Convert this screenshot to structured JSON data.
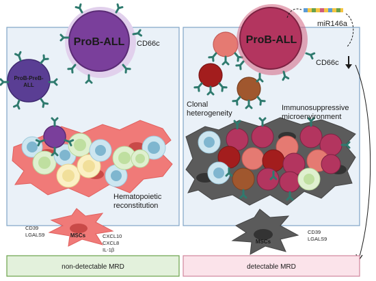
{
  "left_panel": {
    "big_cell_label": "ProB-ALL",
    "small_cell_label_line1": "ProB-PreB-",
    "small_cell_label_line2": "ALL",
    "marker_label": "CD66c",
    "reconstitution_line1": "Hematopoietic",
    "reconstitution_line2": "reconstitution",
    "msc_label": "MSCs",
    "msc_markers_left": [
      "CD39",
      "LGALS9"
    ],
    "msc_cytokines": [
      "CXCL10",
      "CXCL8",
      "IL-1β"
    ],
    "status_label": "non-detectable MRD"
  },
  "right_panel": {
    "big_cell_label": "ProB-ALL",
    "mirna_label": "miR146a",
    "marker_label": "CD66c",
    "clonal_line1": "Clonal",
    "clonal_line2": "heterogeneity",
    "immuno_line1": "Immunosuppressive",
    "immuno_line2": "microenvironment",
    "msc_label": "MSCs",
    "msc_markers": [
      "CD39",
      "LGALS9"
    ],
    "status_label": "detectable MRD"
  },
  "colors": {
    "panel_bg": "#eaf1f8",
    "panel_border": "#7ea3c6",
    "left_status_bg": "#e3f1dc",
    "left_status_border": "#6aa24a",
    "right_status_bg": "#fbe3ea",
    "right_status_border": "#d0869c",
    "prob_purple": "#7a3f9b",
    "prob_magenta": "#b3355f",
    "receptor": "#2e7a6e"
  }
}
